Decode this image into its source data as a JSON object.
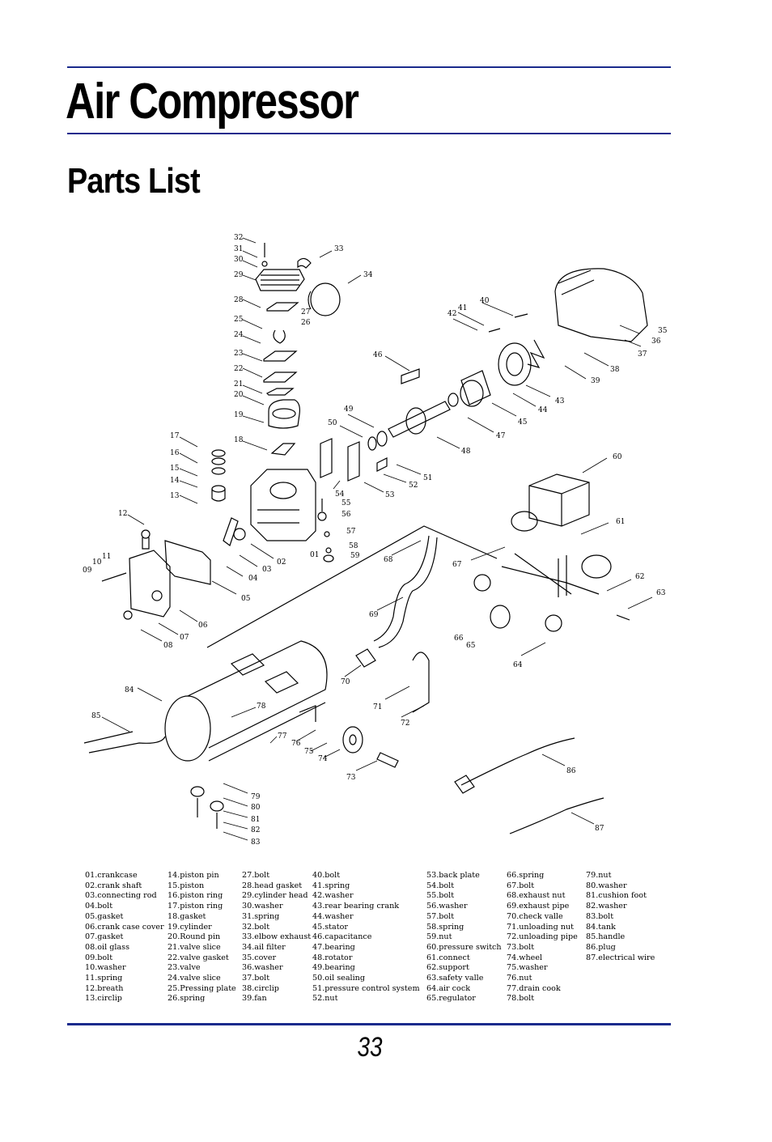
{
  "header": {
    "title": "Air Compressor",
    "subtitle": "Parts List"
  },
  "diagram_labels": [
    "01",
    "02",
    "03",
    "04",
    "05",
    "06",
    "07",
    "08",
    "09",
    "10",
    "11",
    "12",
    "13",
    "14",
    "15",
    "16",
    "17",
    "18",
    "19",
    "20",
    "21",
    "22",
    "23",
    "24",
    "25",
    "26",
    "27",
    "28",
    "29",
    "30",
    "31",
    "32",
    "33",
    "34",
    "35",
    "36",
    "37",
    "38",
    "39",
    "40",
    "41",
    "42",
    "43",
    "44",
    "45",
    "46",
    "47",
    "48",
    "49",
    "50",
    "51",
    "52",
    "53",
    "54",
    "55",
    "56",
    "57",
    "58",
    "59",
    "60",
    "61",
    "62",
    "63",
    "64",
    "65",
    "66",
    "67",
    "68",
    "69",
    "70",
    "71",
    "72",
    "73",
    "74",
    "75",
    "76",
    "77",
    "78",
    "79",
    "80",
    "81",
    "82",
    "83",
    "84",
    "85",
    "86",
    "87"
  ],
  "parts_columns": [
    [
      "01.crankcase",
      "02.crank shaft",
      "03.connecting rod",
      "04.bolt",
      "05.gasket",
      "06.crank case cover",
      "07.gasket",
      "08.oil glass",
      "09.bolt",
      "10.washer",
      "11.spring",
      "12.breath",
      "13.circlip"
    ],
    [
      "14.piston pin",
      "15.piston",
      "16.piston ring",
      "17.piston ring",
      "18.gasket",
      "19.cylinder",
      "20.Round pin",
      "21.valve slice",
      "22.valve gasket",
      "23.valve",
      "24.valve slice",
      "25.Pressing plate",
      "26.spring"
    ],
    [
      "27.bolt",
      "28.head gasket",
      "29.cylinder head",
      "30.washer",
      "31.spring",
      "32.bolt",
      "33.elbow exhaust",
      "34.ail filter",
      "35.cover",
      "36.washer",
      "37.bolt",
      "38.circlip",
      "39.fan"
    ],
    [
      "40.bolt",
      "41.spring",
      "42.washer",
      "43.rear bearing crank",
      "44.washer",
      "45.stator",
      "46.capacitance",
      "47.bearing",
      "48.rotator",
      "49.bearing",
      "50.oil sealing",
      "51.pressure control system",
      "52.nut"
    ],
    [
      "53.back plate",
      "54.bolt",
      "55.bolt",
      "56.washer",
      "57.bolt",
      "58.spring",
      "59.nut",
      "60.pressure switch",
      "61.connect",
      "62.support",
      "63.safety valle",
      "64.air cock",
      "65.regulator"
    ],
    [
      "66.spring",
      "67.bolt",
      "68.exhaust nut",
      "69.exhaust pipe",
      "70.check valle",
      "71.unloading nut",
      "72.unloading pipe",
      "73.bolt",
      "74.wheel",
      "75.washer",
      "76.nut",
      "77.drain cook",
      "78.bolt"
    ],
    [
      "79.nut",
      "80.washer",
      "81.cushion foot",
      "82.washer",
      "83.bolt",
      "84.tank",
      "85.handle",
      "86.plug",
      "87.electrical wire"
    ]
  ],
  "footer": {
    "page_number": "33"
  }
}
